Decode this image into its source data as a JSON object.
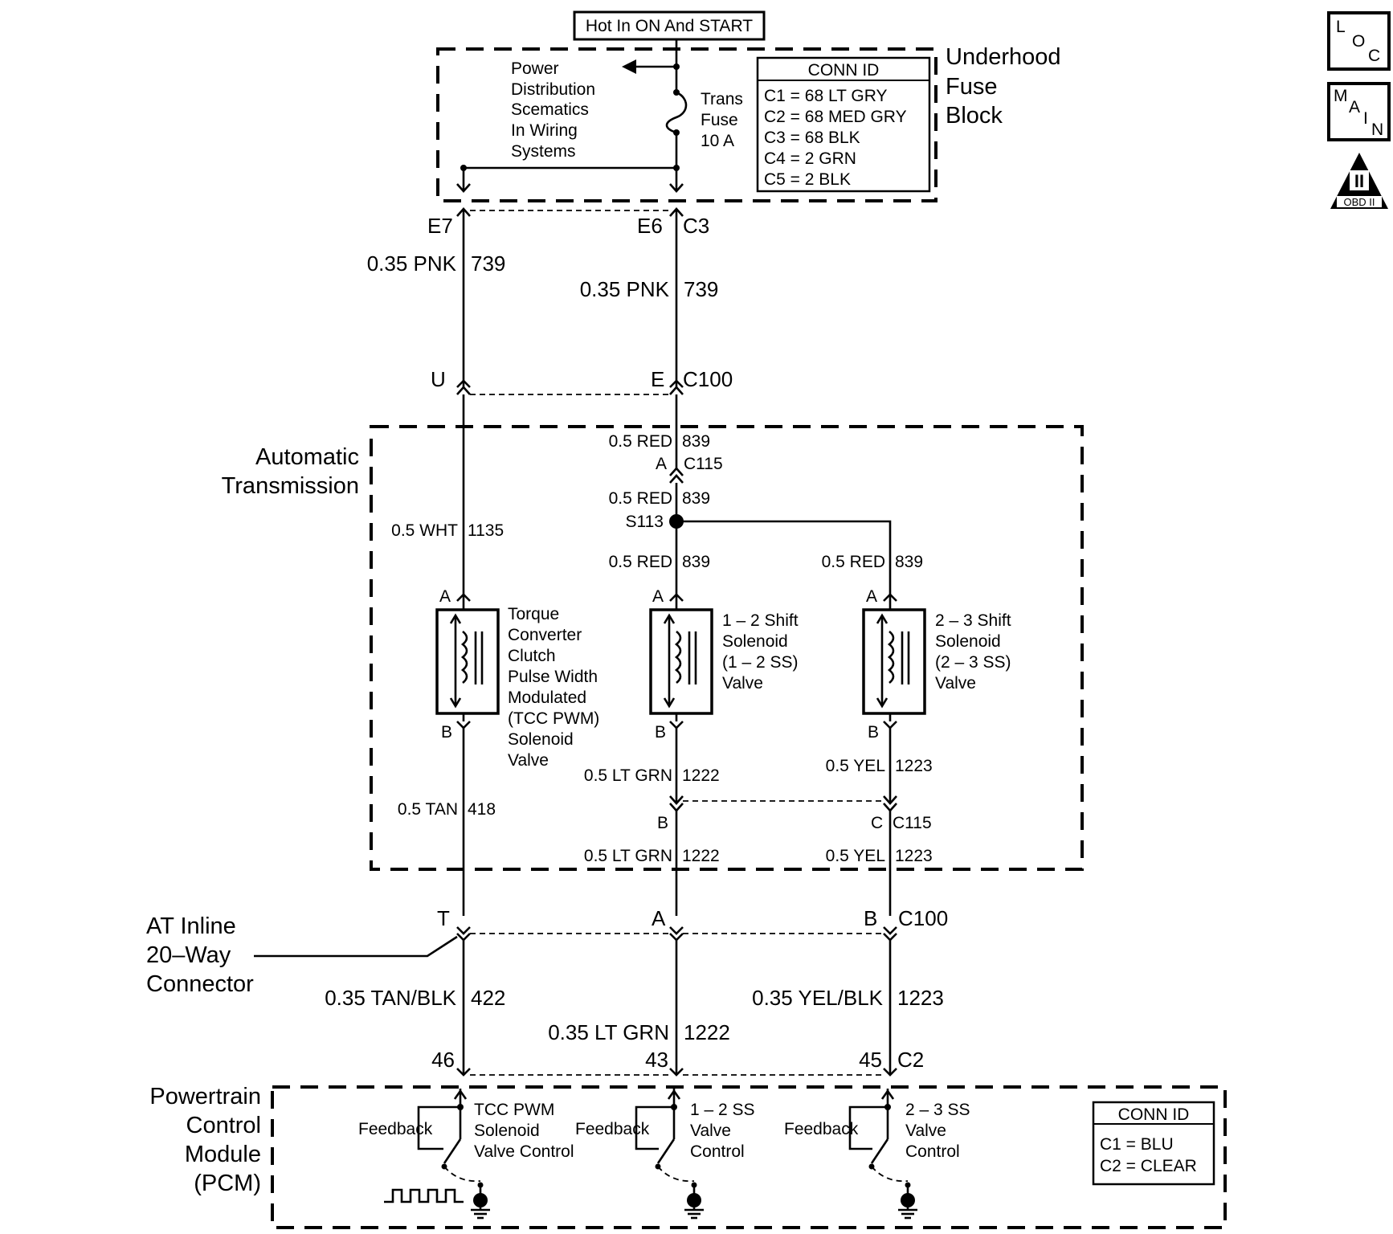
{
  "hot_label": "Hot In ON And START",
  "fuse_block": {
    "title": [
      "Underhood",
      "Fuse",
      "Block"
    ],
    "power_dist_note": [
      "Power",
      "Distribution",
      "Scematics",
      "In Wiring",
      "Systems"
    ],
    "fuse": [
      "Trans",
      "Fuse",
      "10 A"
    ],
    "conn_id_title": "CONN ID",
    "conn_ids": [
      "C1 = 68 LT GRY",
      "C2 = 68 MED GRY",
      "C3 = 68 BLK",
      "C4 =   2 GRN",
      "C5 =   2 BLK"
    ]
  },
  "connectors": {
    "fuse_left_pin": "E7",
    "fuse_right_pin": "E6",
    "fuse_conn": "C3",
    "c100_top_left": "U",
    "c100_top_right": "E",
    "c100": "C100",
    "c115_top_pin": "A",
    "c115": "C115",
    "c115_bot_left": "B",
    "c115_bot_right": "C",
    "c100_bot": [
      "T",
      "A",
      "B"
    ],
    "c100_bot_name": "C100",
    "pcm_pins": [
      "46",
      "43",
      "45"
    ],
    "pcm_conn": "C2",
    "splice": "S113"
  },
  "wires": {
    "w1": [
      "0.35 PNK",
      "739"
    ],
    "w2": [
      "0.35 PNK",
      "739"
    ],
    "w3": [
      "0.5 RED",
      "839"
    ],
    "w4": [
      "0.5 RED",
      "839"
    ],
    "w5": [
      "0.5 WHT",
      "1135"
    ],
    "w6": [
      "0.5 RED",
      "839"
    ],
    "w7": [
      "0.5 RED",
      "839"
    ],
    "w8": [
      "0.5 LT GRN",
      "1222"
    ],
    "w9": [
      "0.5 YEL",
      "1223"
    ],
    "w10": [
      "0.5 TAN",
      "418"
    ],
    "w11": [
      "0.5 LT GRN",
      "1222"
    ],
    "w12": [
      "0.5 YEL",
      "1223"
    ],
    "w13": [
      "0.35 TAN/BLK",
      "422"
    ],
    "w14": [
      "0.35 LT GRN",
      "1222"
    ],
    "w15": [
      "0.35 YEL/BLK",
      "1223"
    ]
  },
  "transmission": {
    "title": [
      "Automatic",
      "Transmission"
    ],
    "pin_a": "A",
    "pin_b": "B",
    "tcc": [
      "Torque",
      "Converter",
      "Clutch",
      "Pulse Width",
      "Modulated",
      "(TCC PWM)",
      "Solenoid",
      "Valve"
    ],
    "ss12": [
      "1 – 2 Shift",
      "Solenoid",
      "(1 – 2 SS)",
      "Valve"
    ],
    "ss23": [
      "2 – 3 Shift",
      "Solenoid",
      "(2 – 3 SS)",
      "Valve"
    ]
  },
  "inline_connector": [
    "AT Inline",
    "20–Way",
    "Connector"
  ],
  "pcm": {
    "title": [
      "Powertrain",
      "Control",
      "Module",
      "(PCM)"
    ],
    "feedback": "Feedback",
    "tcc_ctrl": [
      "TCC PWM",
      "Solenoid",
      "Valve Control"
    ],
    "ss12_ctrl": [
      "1 – 2 SS",
      "Valve",
      "Control"
    ],
    "ss23_ctrl": [
      "2 – 3 SS",
      "Valve",
      "Control"
    ],
    "conn_id_title": "CONN ID",
    "conn_ids": [
      "C1 = BLU",
      "C2 = CLEAR"
    ]
  },
  "badges": {
    "loc": [
      "L",
      "O",
      "C"
    ],
    "main": [
      "M",
      "A",
      "I",
      "N"
    ],
    "obd_numeral": "II",
    "obd": "OBD II"
  }
}
